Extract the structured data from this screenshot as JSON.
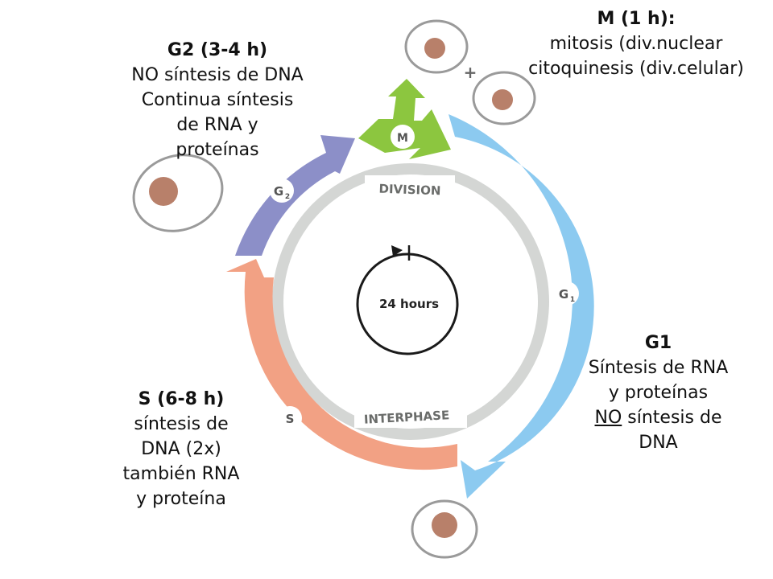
{
  "diagram": {
    "center_label": "24 hours",
    "division_label": "DIVISION",
    "interphase_label": "INTERPHASE",
    "plus_sign": "+",
    "phases": {
      "m_badge": "M",
      "g1_badge": "G",
      "g1_sub": "1",
      "g2_badge": "G",
      "g2_sub": "2",
      "s_badge": "S"
    },
    "colors": {
      "m": "#8cc63f",
      "g1": "#8ccaf0",
      "s": "#f2a184",
      "g2": "#8c8fc8",
      "ring": "#d4d6d4",
      "nucleus": "#b8806a"
    }
  },
  "labels": {
    "g2": {
      "title": "G2 (3-4 h)",
      "line1": "NO síntesis de DNA",
      "line2": "Continua síntesis",
      "line3": "de RNA y",
      "line4": "proteínas"
    },
    "m": {
      "title": "M (1 h):",
      "line1": "mitosis (div.nuclear",
      "line2": "citoquinesis (div.celular)"
    },
    "g1": {
      "title": "G1",
      "line1": "Síntesis de RNA",
      "line2": "y proteínas",
      "line3_underlined": "NO",
      "line3_rest": " síntesis de",
      "line4": "DNA"
    },
    "s": {
      "title": "S (6-8 h)",
      "line1": "síntesis de",
      "line2": "DNA (2x)",
      "line3": "también RNA",
      "line4": "y proteína"
    }
  }
}
